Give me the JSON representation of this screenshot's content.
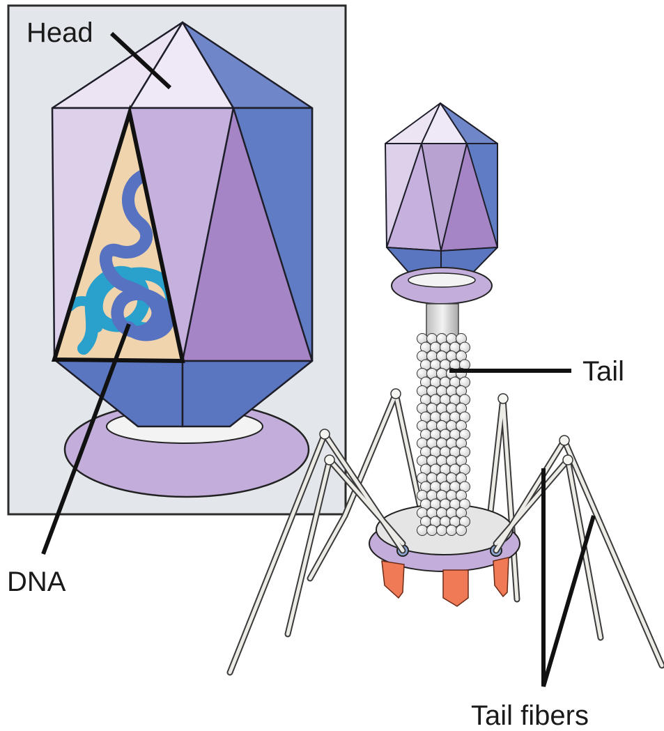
{
  "labels": {
    "head": "Head",
    "dna": "DNA",
    "tail": "Tail",
    "tail_fibers": "Tail fibers"
  },
  "colors": {
    "inset_background": "#e3e6ea",
    "inset_border": "#2b2b2b",
    "capsid_light": "#e8e0f0",
    "capsid_lavender": "#cdbde0",
    "capsid_mid": "#b8a2d2",
    "capsid_purple": "#a182c2",
    "capsid_blue": "#5f7cc4",
    "collar": "#c3aedb",
    "dna_background": "#f0d4ad",
    "dna_dark_strand": "#5672c0",
    "dna_light_strand": "#2aa0cc",
    "tail_sheath_bead": "#f4f4f4",
    "base_plate": "#c3aedb",
    "pins": "#f07a55",
    "fibers": "#ecebe6",
    "leader_lines": "#111111"
  }
}
